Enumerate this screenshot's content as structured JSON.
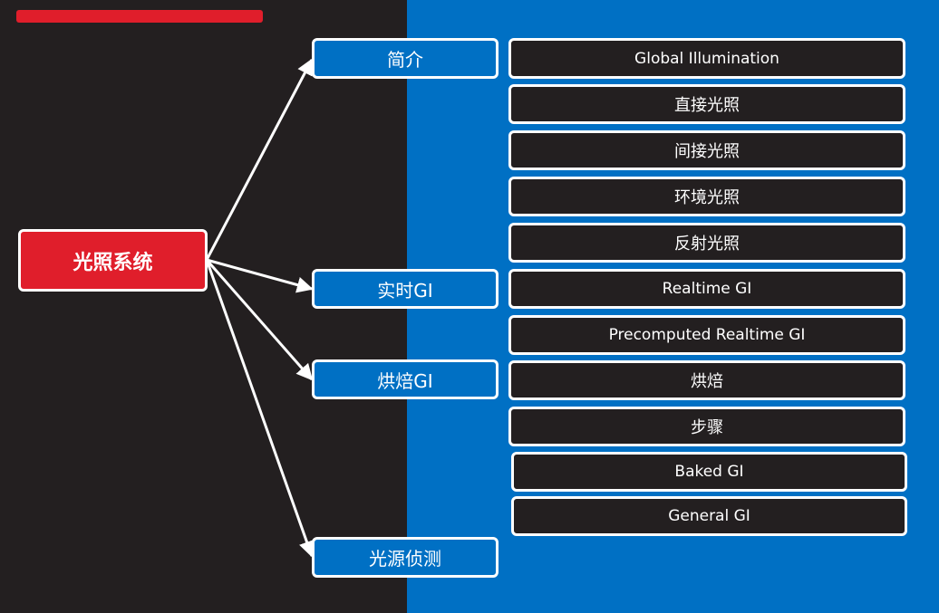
{
  "colors": {
    "dark_background": "#231f20",
    "blue_background": "#0070c4",
    "accent_red": "#e01e2b",
    "border_white": "#ffffff"
  },
  "root": {
    "label": "光照系统"
  },
  "branches": [
    {
      "label": "简介"
    },
    {
      "label": "实时GI"
    },
    {
      "label": "烘焙GI"
    },
    {
      "label": "光源侦测"
    }
  ],
  "leaves": [
    {
      "label": "Global Illumination"
    },
    {
      "label": "直接光照"
    },
    {
      "label": "间接光照"
    },
    {
      "label": "环境光照"
    },
    {
      "label": "反射光照"
    },
    {
      "label": "Realtime GI"
    },
    {
      "label": "Precomputed Realtime GI"
    },
    {
      "label": "烘焙"
    },
    {
      "label": "步骤"
    },
    {
      "label": "Baked GI"
    },
    {
      "label": "General GI"
    }
  ]
}
